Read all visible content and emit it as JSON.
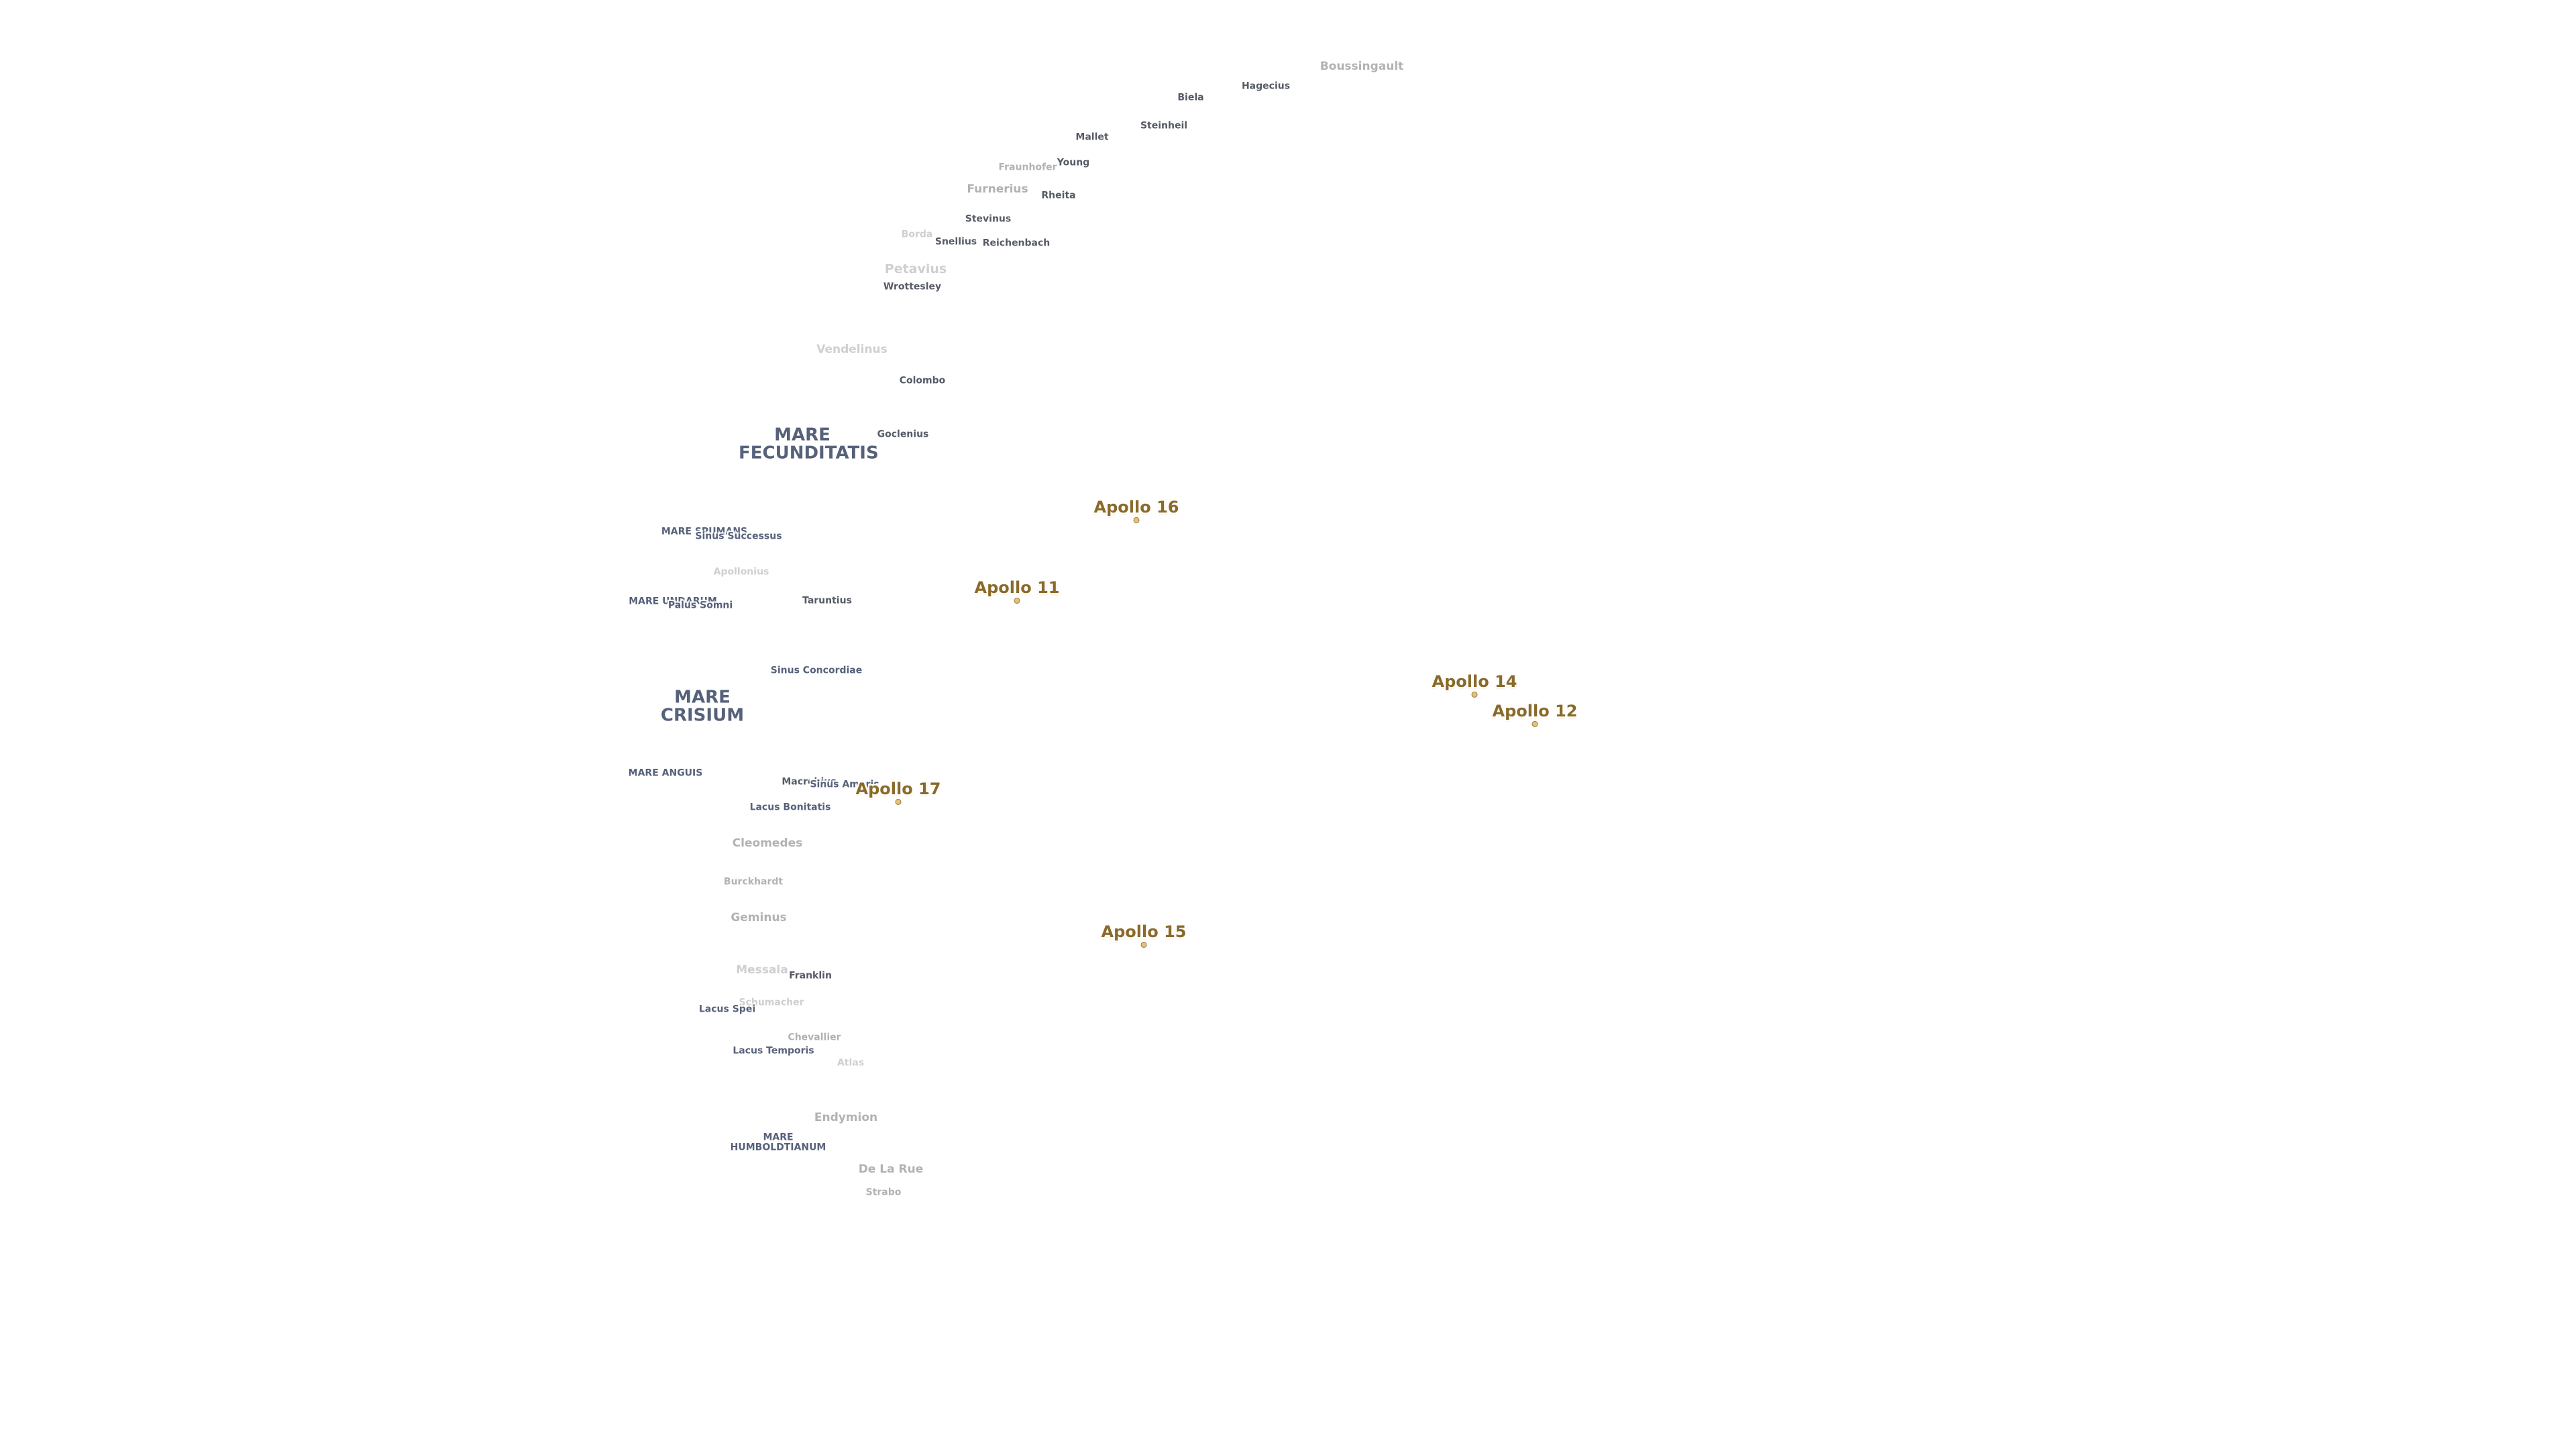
{
  "labels": [
    {
      "text": "Boussingault",
      "type": "crater",
      "size": "m",
      "tone": "dim"
    },
    {
      "text": "Hagecius",
      "type": "crater",
      "size": "s",
      "tone": "dark"
    },
    {
      "text": "Biela",
      "type": "crater",
      "size": "s",
      "tone": "dark"
    },
    {
      "text": "Steinheil",
      "type": "crater",
      "size": "s",
      "tone": "dark"
    },
    {
      "text": "Mallet",
      "type": "crater",
      "size": "s",
      "tone": "dark"
    },
    {
      "text": "Young",
      "type": "crater",
      "size": "s",
      "tone": "dark"
    },
    {
      "text": "Fraunhofer",
      "type": "crater",
      "size": "s",
      "tone": "dim"
    },
    {
      "text": "Furnerius",
      "type": "crater",
      "size": "m",
      "tone": "dim"
    },
    {
      "text": "Rheita",
      "type": "crater",
      "size": "s",
      "tone": "dark"
    },
    {
      "text": "Stevinus",
      "type": "crater",
      "size": "s",
      "tone": "dark"
    },
    {
      "text": "Snellius",
      "type": "crater",
      "size": "s",
      "tone": "dark"
    },
    {
      "text": "Reichenbach",
      "type": "crater",
      "size": "s",
      "tone": "dark"
    },
    {
      "text": "Petavius",
      "type": "crater",
      "size": "l",
      "tone": "faint"
    },
    {
      "text": "Wrottesley",
      "type": "crater",
      "size": "s",
      "tone": "dark"
    },
    {
      "text": "Borda",
      "type": "crater",
      "size": "s",
      "tone": "faint"
    },
    {
      "text": "Vendelinus",
      "type": "crater",
      "size": "m",
      "tone": "faint"
    },
    {
      "text": "Colombo",
      "type": "crater",
      "size": "s",
      "tone": "dark"
    },
    {
      "text": "MARE FECUNDITATIS",
      "type": "mare",
      "size": "l"
    },
    {
      "text": "Goclenius",
      "type": "crater",
      "size": "s",
      "tone": "dark"
    },
    {
      "text": "MARE SPUMANS",
      "type": "mare",
      "size": "s"
    },
    {
      "text": "Sinus Successus",
      "type": "mare",
      "size": "s"
    },
    {
      "text": "Apollonius",
      "type": "crater",
      "size": "s",
      "tone": "faint"
    },
    {
      "text": "MARE UNDARUM",
      "type": "mare",
      "size": "s"
    },
    {
      "text": "Palus Somni",
      "type": "mare",
      "size": "s"
    },
    {
      "text": "Taruntius",
      "type": "crater",
      "size": "s",
      "tone": "dark"
    },
    {
      "text": "Sinus Concordiae",
      "type": "mare",
      "size": "s"
    },
    {
      "text": "MARE CRISIUM",
      "type": "mare",
      "size": "l"
    },
    {
      "text": "MARE ANGUIS",
      "type": "mare",
      "size": "s"
    },
    {
      "text": "Macrobius",
      "type": "crater",
      "size": "s",
      "tone": "dark"
    },
    {
      "text": "Lacus Bonitatis",
      "type": "mare",
      "size": "s"
    },
    {
      "text": "Cleomedes",
      "type": "crater",
      "size": "m",
      "tone": "dim"
    },
    {
      "text": "Burckhardt",
      "type": "crater",
      "size": "s",
      "tone": "dim"
    },
    {
      "text": "Geminus",
      "type": "crater",
      "size": "m",
      "tone": "dim"
    },
    {
      "text": "Messala",
      "type": "crater",
      "size": "m",
      "tone": "faint"
    },
    {
      "text": "Franklin",
      "type": "crater",
      "size": "s",
      "tone": "dark"
    },
    {
      "text": "Schumacher",
      "type": "crater",
      "size": "s",
      "tone": "faint"
    },
    {
      "text": "Lacus Spei",
      "type": "mare",
      "size": "s"
    },
    {
      "text": "Chevallier",
      "type": "crater",
      "size": "s",
      "tone": "dim"
    },
    {
      "text": "Lacus Temporis",
      "type": "mare",
      "size": "s"
    },
    {
      "text": "Atlas",
      "type": "crater",
      "size": "s",
      "tone": "faint"
    },
    {
      "text": "Endymion",
      "type": "crater",
      "size": "m",
      "tone": "dim"
    },
    {
      "text": "MARE HUMBOLDTIANUM",
      "type": "mare",
      "size": "s"
    },
    {
      "text": "De La Rue",
      "type": "crater",
      "size": "m",
      "tone": "dim"
    },
    {
      "text": "Strabo",
      "type": "crater",
      "size": "s",
      "tone": "dim"
    },
    {
      "text": "Sinus Amoris",
      "type": "mare",
      "size": "s"
    },
    {
      "text": "Apollo 16",
      "type": "apollo"
    },
    {
      "text": "Apollo 11",
      "type": "apollo"
    },
    {
      "text": "Apollo 14",
      "type": "apollo"
    },
    {
      "text": "Apollo 12",
      "type": "apollo"
    },
    {
      "text": "Apollo 17",
      "type": "apollo"
    },
    {
      "text": "Apollo 15",
      "type": "apollo"
    }
  ]
}
